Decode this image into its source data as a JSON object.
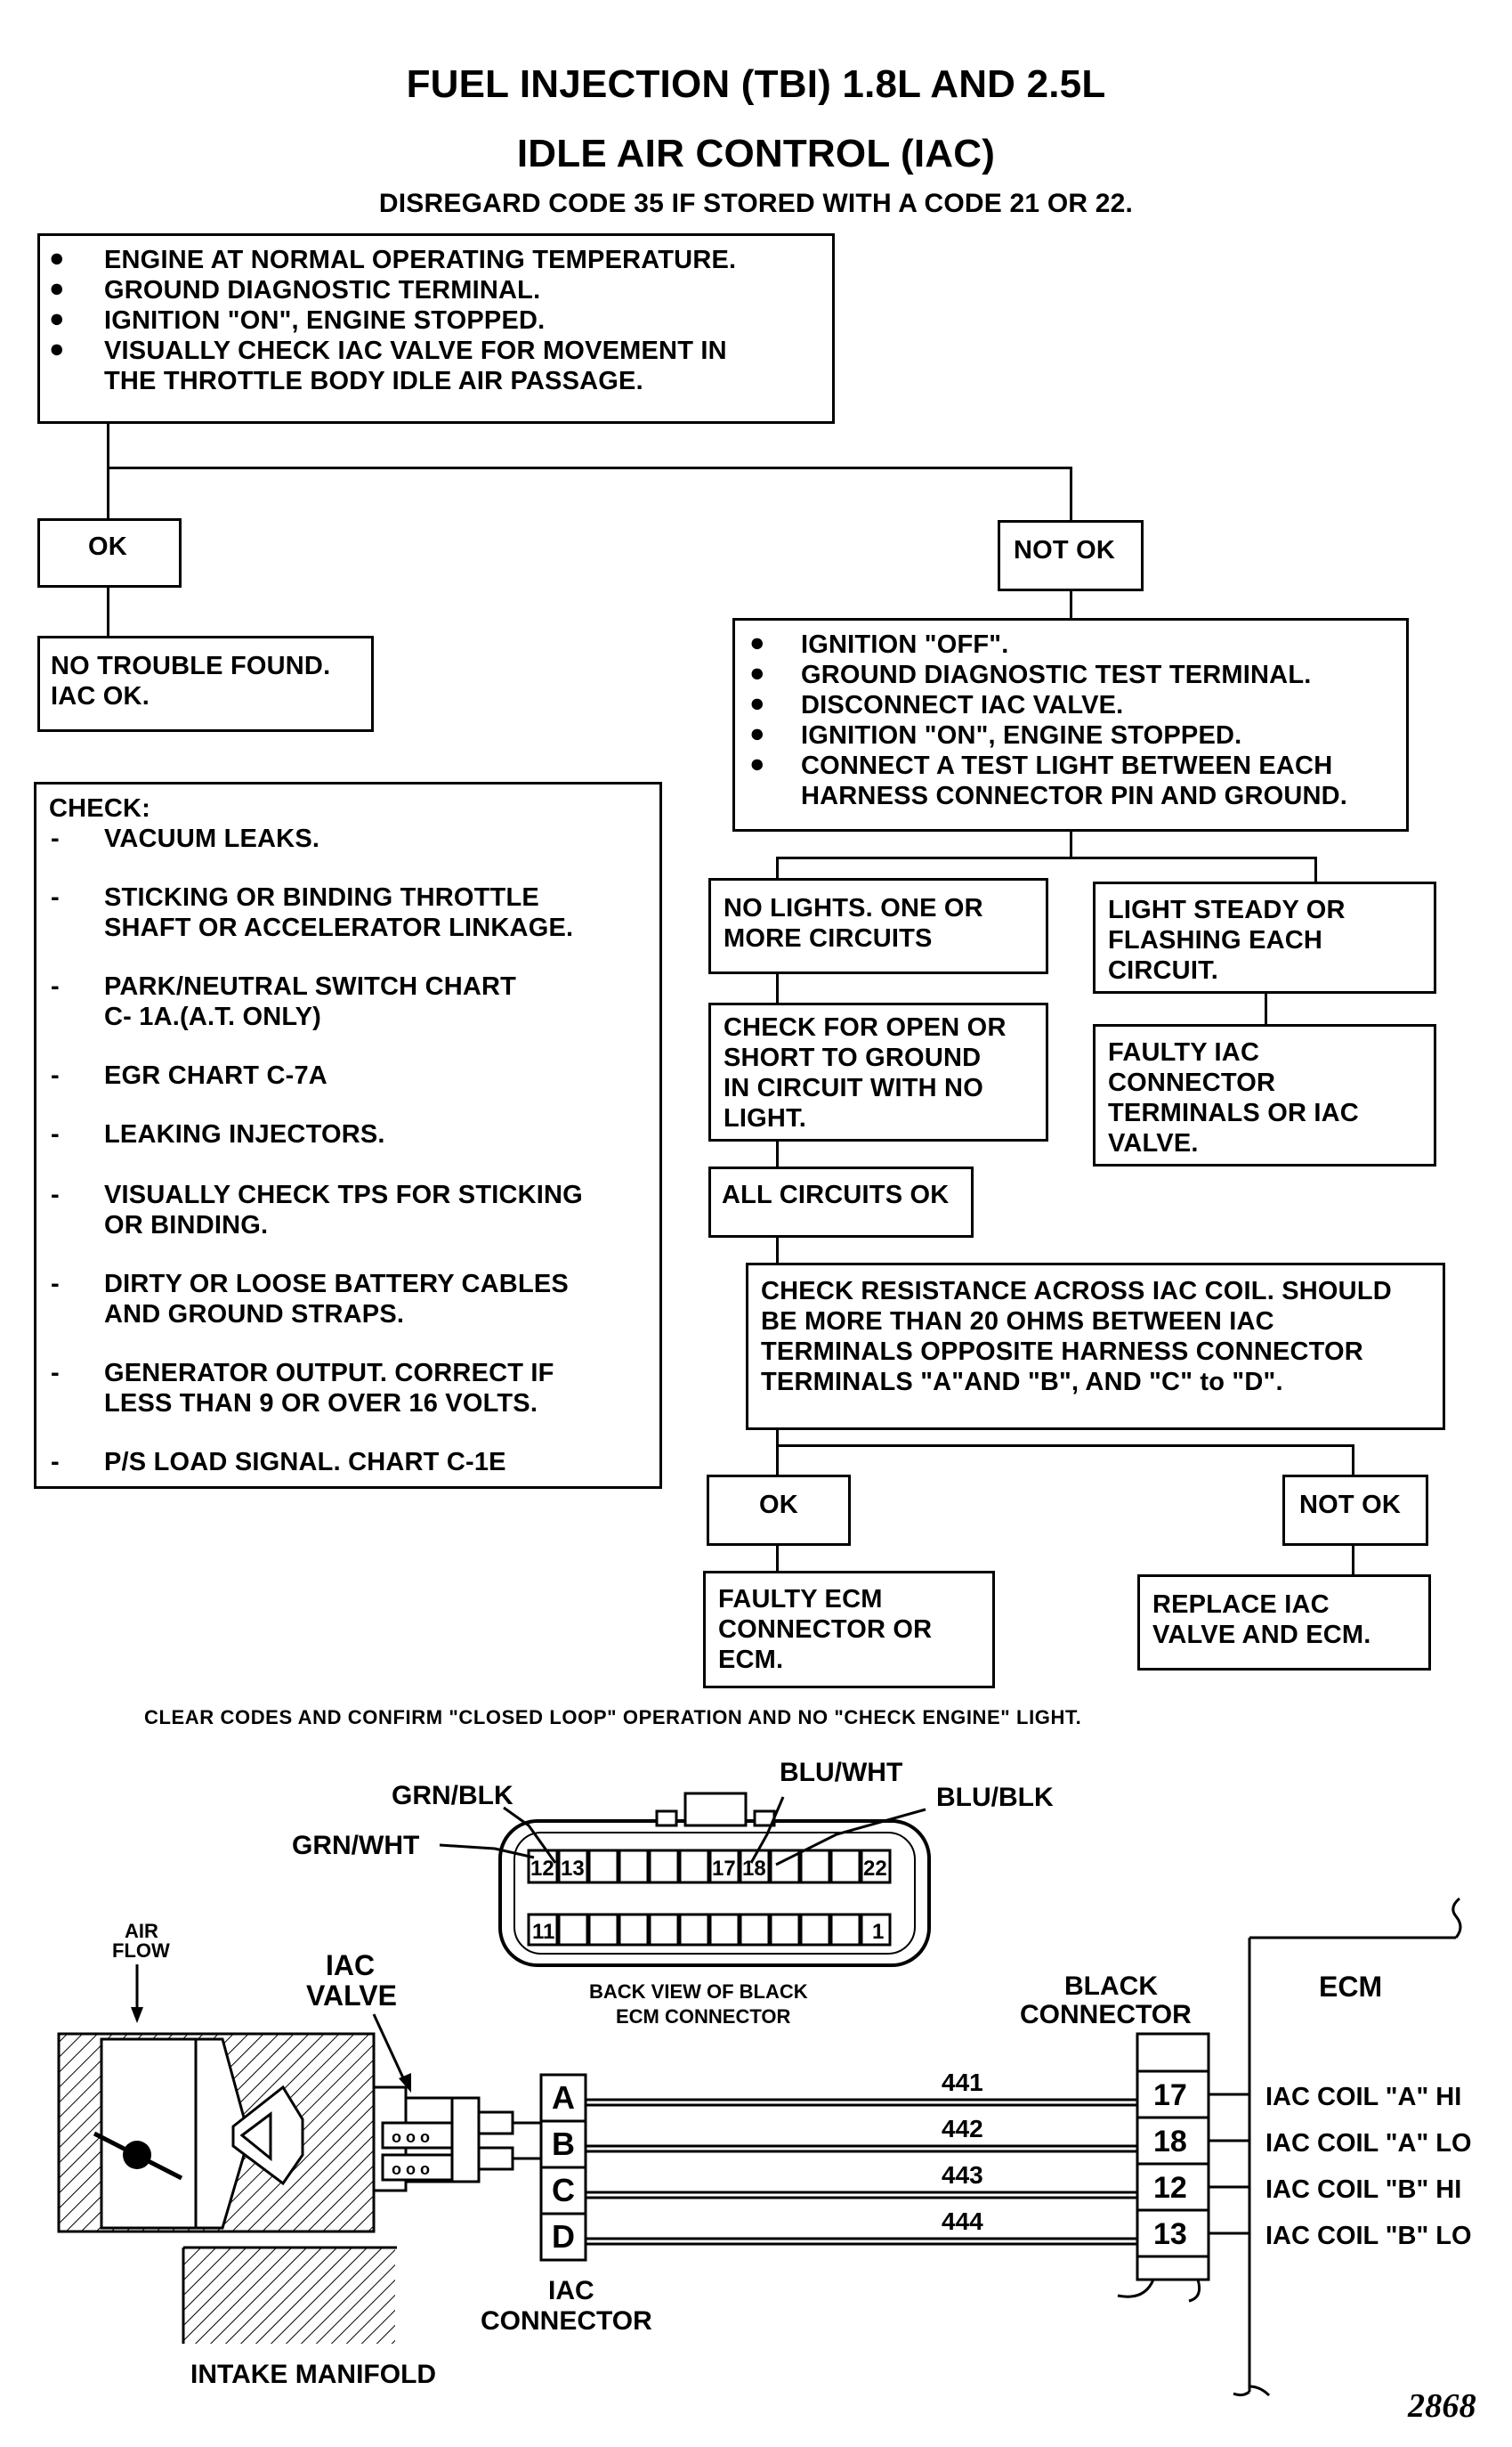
{
  "title_line1": "FUEL INJECTION (TBI) 1.8L AND 2.5L",
  "title_line2": "IDLE AIR CONTROL (IAC)",
  "subtitle": "DISREGARD CODE 35 IF STORED WITH A CODE 21 OR 22.",
  "start_box": {
    "items": [
      "ENGINE AT NORMAL OPERATING TEMPERATURE.",
      "GROUND DIAGNOSTIC TERMINAL.",
      "IGNITION \"ON\", ENGINE STOPPED.",
      "VISUALLY CHECK IAC VALVE FOR MOVEMENT IN",
      "THE THROTTLE BODY IDLE AIR PASSAGE."
    ]
  },
  "ok_left": "OK",
  "not_ok_right": "NOT OK",
  "no_trouble": {
    "line1": "NO TROUBLE FOUND.",
    "line2": "IAC OK."
  },
  "check_box": {
    "heading": "CHECK:",
    "items": [
      "VACUUM LEAKS.",
      "STICKING OR BINDING THROTTLE",
      "SHAFT OR ACCELERATOR LINKAGE.",
      "PARK/NEUTRAL SWITCH CHART",
      "C- 1A.(A.T. ONLY)",
      "EGR CHART C-7A",
      "LEAKING INJECTORS.",
      "VISUALLY CHECK TPS FOR STICKING",
      "OR BINDING.",
      "DIRTY OR LOOSE BATTERY CABLES",
      "AND GROUND STRAPS.",
      "GENERATOR OUTPUT.  CORRECT IF",
      "LESS THAN 9 OR OVER 16 VOLTS.",
      "P/S LOAD SIGNAL. CHART C-1E"
    ]
  },
  "test_box": {
    "items": [
      "IGNITION \"OFF\".",
      "GROUND DIAGNOSTIC TEST TERMINAL.",
      "DISCONNECT IAC VALVE.",
      "IGNITION \"ON\", ENGINE STOPPED.",
      "CONNECT A TEST LIGHT BETWEEN EACH",
      "HARNESS CONNECTOR PIN AND GROUND."
    ]
  },
  "no_lights": {
    "line1": "NO LIGHTS. ONE OR",
    "line2": "MORE CIRCUITS"
  },
  "light_steady": {
    "line1": "LIGHT STEADY OR",
    "line2": "FLASHING  EACH",
    "line3": "CIRCUIT."
  },
  "check_open": {
    "line1": "CHECK FOR OPEN OR",
    "line2": "SHORT TO GROUND",
    "line3": "IN CIRCUIT WITH NO",
    "line4": "LIGHT."
  },
  "faulty_iac": {
    "line1": "FAULTY IAC",
    "line2": "CONNECTOR",
    "line3": "TERMINALS OR IAC",
    "line4": "VALVE."
  },
  "all_ok": "ALL CIRCUITS OK",
  "resistance": {
    "line1": "CHECK RESISTANCE ACROSS IAC COIL. SHOULD",
    "line2": "BE MORE THAN 20 OHMS BETWEEN IAC",
    "line3": "TERMINALS OPPOSITE HARNESS CONNECTOR",
    "line4": "TERMINALS \"A\"AND \"B\", AND \"C\" to \"D\"."
  },
  "ok_bottom": "OK",
  "not_ok_bottom": "NOT OK",
  "faulty_ecm": {
    "line1": "FAULTY ECM",
    "line2": "CONNECTOR OR",
    "line3": "ECM."
  },
  "replace_iac": {
    "line1": "REPLACE IAC",
    "line2": "VALVE AND ECM."
  },
  "clear_codes": "CLEAR CODES AND CONFIRM \"CLOSED LOOP\" OPERATION AND NO \"CHECK ENGINE\" LIGHT.",
  "wiring": {
    "grn_blk": "GRN/BLK",
    "grn_wht": "GRN/WHT",
    "blu_wht": "BLU/WHT",
    "blu_blk": "BLU/BLK",
    "pins_top": [
      "12",
      "13",
      "17",
      "18",
      "22"
    ],
    "pins_bottom": [
      "11",
      "1"
    ],
    "back_view1": "BACK VIEW OF BLACK",
    "back_view2": "ECM CONNECTOR",
    "air1": "AIR",
    "air2": "FLOW",
    "iac_valve1": "IAC",
    "iac_valve2": "VALVE",
    "black_conn1": "BLACK",
    "black_conn2": "CONNECTOR",
    "ecm": "ECM",
    "iac_conn1": "IAC",
    "iac_conn2": "CONNECTOR",
    "intake": "INTAKE MANIFOLD",
    "letters": [
      "A",
      "B",
      "C",
      "D"
    ],
    "circuits": [
      "441",
      "442",
      "443",
      "444"
    ],
    "ecm_pins": [
      "17",
      "18",
      "12",
      "13"
    ],
    "ecm_labels": [
      "IAC COIL \"A\" HI",
      "IAC COIL \"A\" LO",
      "IAC COIL \"B\" HI",
      "IAC COIL \"B\" LO"
    ]
  },
  "figure_number": "2868"
}
